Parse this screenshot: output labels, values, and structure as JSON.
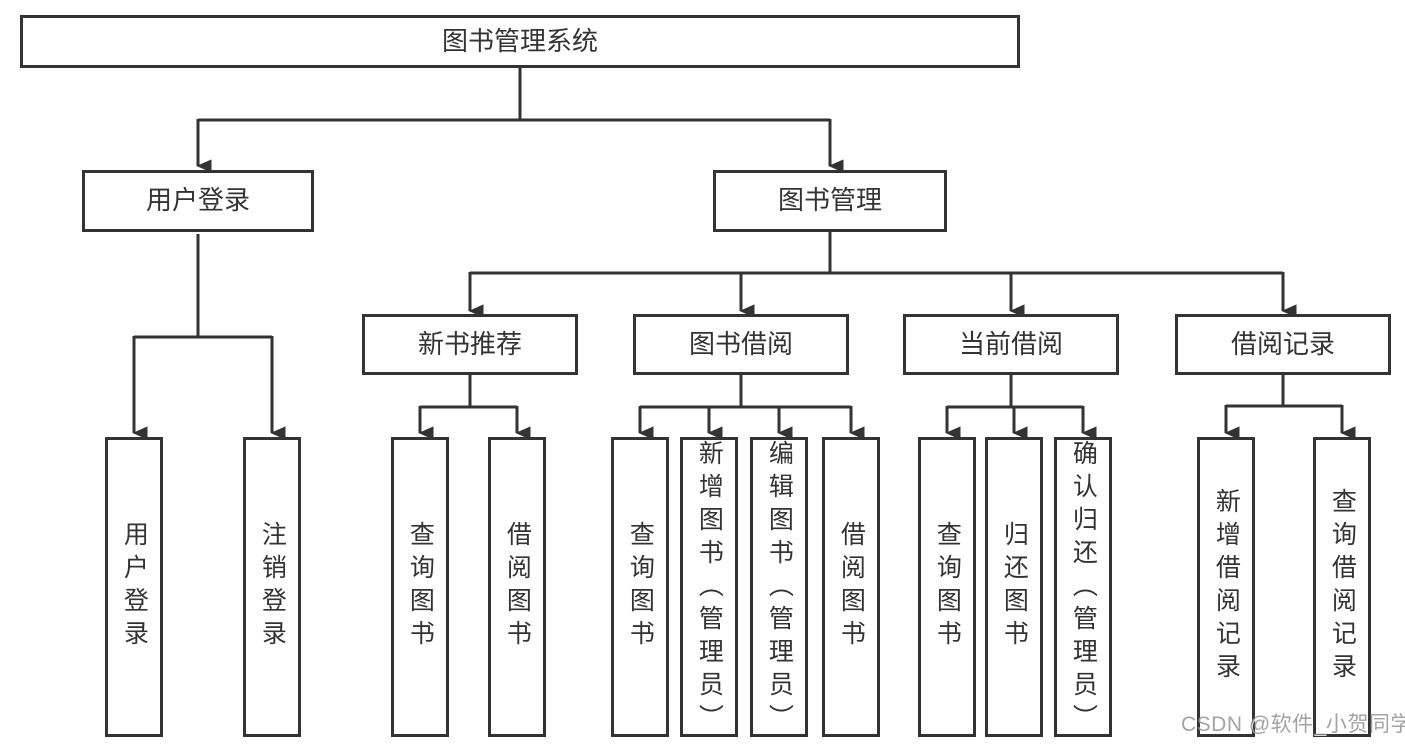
{
  "diagram_title": "图书管理系统",
  "tree": {
    "label": "图书管理系统",
    "children": [
      {
        "label": "用户登录",
        "children": [
          {
            "label": "用户登录"
          },
          {
            "label": "注销登录"
          }
        ]
      },
      {
        "label": "图书管理",
        "children": [
          {
            "label": "新书推荐",
            "children": [
              {
                "label": "查询图书"
              },
              {
                "label": "借阅图书"
              }
            ]
          },
          {
            "label": "图书借阅",
            "children": [
              {
                "label": "查询图书"
              },
              {
                "label": "新增图书（管理员）"
              },
              {
                "label": "编辑图书（管理员）"
              },
              {
                "label": "借阅图书"
              }
            ]
          },
          {
            "label": "当前借阅",
            "children": [
              {
                "label": "查询图书"
              },
              {
                "label": "归还图书"
              },
              {
                "label": "确认归还（管理员）"
              }
            ]
          },
          {
            "label": "借阅记录",
            "children": [
              {
                "label": "新增借阅记录"
              },
              {
                "label": "查询借阅记录"
              }
            ]
          }
        ]
      }
    ]
  },
  "watermark": "CSDN @软件_小贺同学",
  "colors": {
    "line": "#333333",
    "box_border": "#333333",
    "box_fill": "#ffffff",
    "text": "#333333",
    "watermark": "#8f8f8f"
  }
}
